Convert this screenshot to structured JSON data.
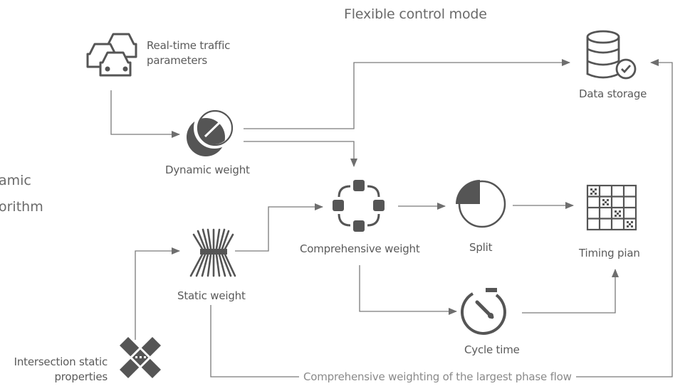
{
  "title": "Flexible control mode",
  "side_text": {
    "line1": "amic",
    "line2": "orithm"
  },
  "nodes": {
    "realtime": {
      "line1": "Real-time traffic",
      "line2": "parameters",
      "icon": "cars-icon"
    },
    "dynamic": {
      "label": "Dynamic weight",
      "icon": "dynamic-weight-icon"
    },
    "storage": {
      "label": "Data storage",
      "icon": "database-check-icon"
    },
    "comprehensive": {
      "label": "Comprehensive weight",
      "icon": "comprehensive-weight-icon"
    },
    "split": {
      "label": "Split",
      "icon": "split-icon"
    },
    "timing": {
      "label": "Timing pian",
      "icon": "timing-grid-icon"
    },
    "static": {
      "label": "Static weight",
      "icon": "static-weight-icon"
    },
    "cycle": {
      "label": "Cycle time",
      "icon": "timer-icon"
    },
    "intersection": {
      "line1": "Intersection static",
      "line2": "properties",
      "icon": "intersection-icon"
    }
  },
  "bottom_label": "Comprehensive weighting of the largest phase flow",
  "colors": {
    "icon": "#555555",
    "line": "#7a7a7a",
    "text": "#5a5a5a"
  }
}
